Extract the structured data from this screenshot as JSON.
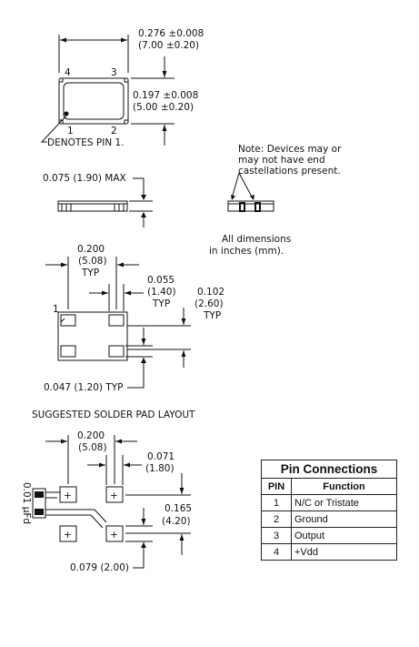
{
  "dims": {
    "top_width": "0.276 ±0.008",
    "top_width_mm": "(7.00 ±0.20)",
    "top_height": "0.197 ±0.008",
    "top_height_mm": "(5.00 ±0.20)",
    "side_height": "0.075 (1.90) MAX",
    "pad_pitch": "0.200",
    "pad_pitch_mm": "(5.08)",
    "pad_pitch_typ": "TYP",
    "pad_width": "0.055",
    "pad_width_mm": "(1.40)",
    "pad_width_typ": "TYP",
    "pad_vpitch": "0.102",
    "pad_vpitch_mm": "(2.60)",
    "pad_vpitch_typ": "TYP",
    "pad_height": "0.047 (1.20) TYP",
    "sp_pitch": "0.200",
    "sp_pitch_mm": "(5.08)",
    "sp_width": "0.071",
    "sp_width_mm": "(1.80)",
    "sp_vpitch": "0.165",
    "sp_vpitch_mm": "(4.20)",
    "sp_height": "0.079 (2.00)"
  },
  "pin_labels": {
    "p1": "1",
    "p2": "2",
    "p3": "3",
    "p4": "4",
    "bottom_p1": "1"
  },
  "notes": {
    "denotes_pin1": "DENOTES PIN 1.",
    "note_line1": "Note:  Devices may or",
    "note_line2": "may not have end",
    "note_line3": "castellations present.",
    "all_dims_1": "All dimensions",
    "all_dims_2": "in inches (mm).",
    "solder_title": "SUGGESTED SOLDER PAD LAYOUT",
    "cap_label": "0.01 μFd"
  },
  "pin_table": {
    "title": "Pin Connections",
    "header_pin": "PIN",
    "header_function": "Function",
    "rows": [
      {
        "pin": "1",
        "function": "N/C or Tristate"
      },
      {
        "pin": "2",
        "function": "Ground"
      },
      {
        "pin": "3",
        "function": "Output"
      },
      {
        "pin": "4",
        "function": "+Vdd"
      }
    ]
  }
}
